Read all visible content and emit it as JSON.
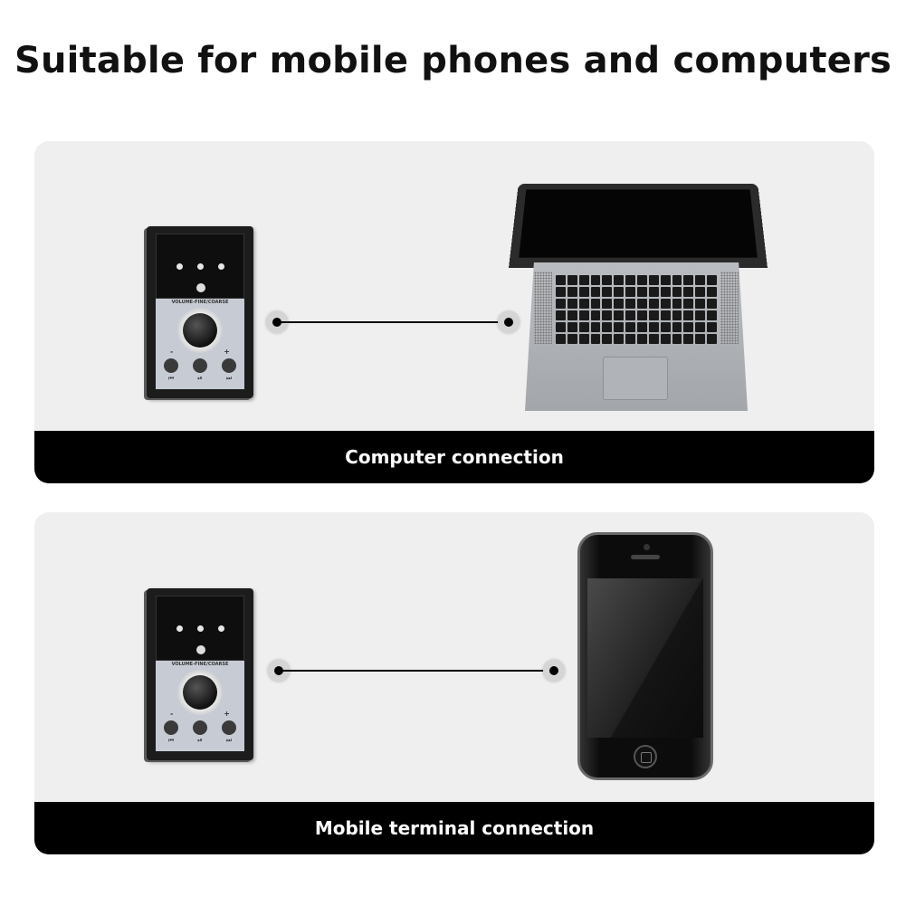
{
  "title": "Suitable for mobile phones and computers",
  "device": {
    "volume_label": "VOLUME-FINE/COARSE",
    "minus": "-",
    "plus": "+",
    "buttons": [
      "⏮",
      "⏯",
      "⏭"
    ]
  },
  "sections": [
    {
      "caption": "Computer connection",
      "target_icon": "laptop-icon"
    },
    {
      "caption": "Mobile terminal connection",
      "target_icon": "smartphone-icon"
    }
  ],
  "colors": {
    "panel_bg": "#efefef",
    "caption_bg": "#000000",
    "caption_text": "#ffffff"
  }
}
